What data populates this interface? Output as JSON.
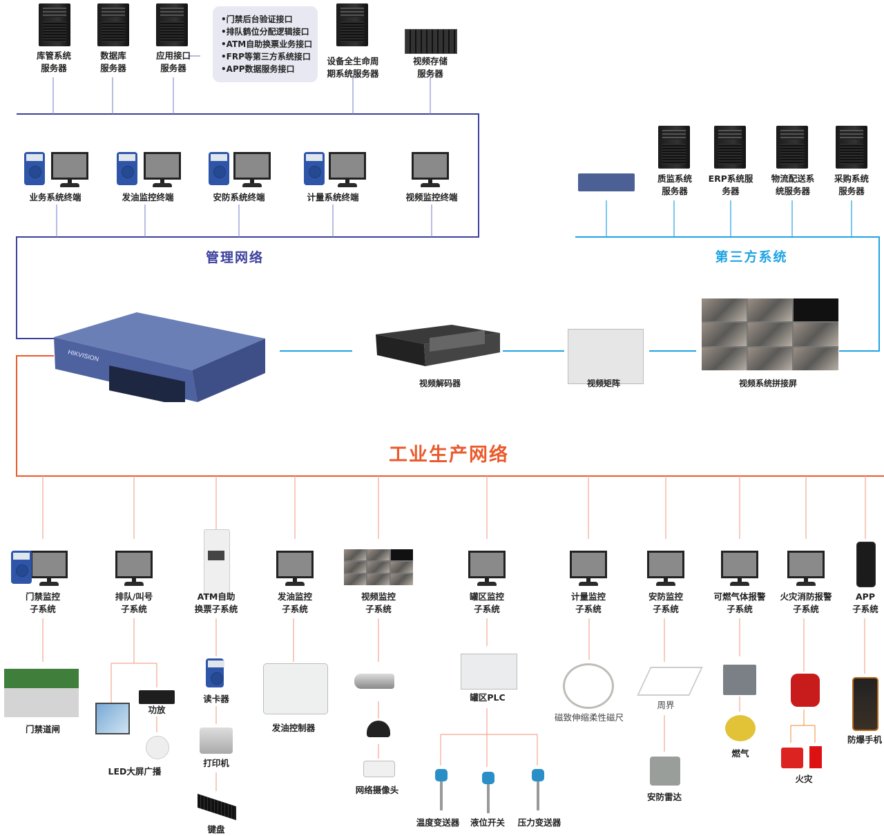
{
  "colors": {
    "management": "#3b3f9c",
    "management_branch": "#8a8fd0",
    "third_party": "#1ea4e2",
    "industrial": "#ea5a2c",
    "industrial_branch": "#f3a691",
    "fire_branch": "#f2a055"
  },
  "networks": {
    "management": "管理网络",
    "third_party": "第三方系统",
    "industrial": "工业生产网络"
  },
  "top_servers": [
    {
      "label": "库管系统\n服务器",
      "icon": "server-tower"
    },
    {
      "label": "数据库\n服务器",
      "icon": "server-tower"
    },
    {
      "label": "应用接口\n服务器",
      "icon": "server-tower"
    },
    {
      "label": "设备全生命周\n期系统服务器",
      "icon": "server-tower"
    },
    {
      "label": "视频存储\n服务器",
      "icon": "storage-array"
    }
  ],
  "interfaces": [
    "•门禁后台验证接口",
    "•排队鹤位分配逻辑接口",
    "•ATM自助换票业务接口",
    "•FRP等第三方系统接口",
    "•APP数据服务接口"
  ],
  "terminals": [
    {
      "label": "业务系统终端",
      "reader": true
    },
    {
      "label": "发油监控终端",
      "reader": true
    },
    {
      "label": "安防系统终端",
      "reader": true
    },
    {
      "label": "计量系统终端",
      "reader": true
    },
    {
      "label": "视频监控终端",
      "reader": false
    }
  ],
  "third_party_servers": [
    {
      "label": "质监系统\n服务器"
    },
    {
      "label": "ERP系统服\n务器"
    },
    {
      "label": "物流配送系\n统服务器"
    },
    {
      "label": "采购系统\n服务器"
    }
  ],
  "core": {
    "switch_brand": "HIKVISION",
    "decoder": "视频解码器",
    "matrix": "视频矩阵",
    "videowall": "视频系统拼接屏"
  },
  "subsystems": [
    {
      "label": "门禁监控\n子系统",
      "devices": [
        {
          "label": "门禁道闸",
          "icon": "barrier-gate"
        }
      ]
    },
    {
      "label": "排队/叫号\n子系统",
      "devices": [
        {
          "label": "功放",
          "icon": "amplifier"
        },
        {
          "label": "LED大屏广播",
          "icon": "led-screen-speaker"
        }
      ]
    },
    {
      "label": "ATM自助\n换票子系统",
      "devices": [
        {
          "label": "读卡器",
          "icon": "card-reader"
        },
        {
          "label": "打印机",
          "icon": "printer"
        },
        {
          "label": "键盘",
          "icon": "keyboard"
        }
      ]
    },
    {
      "label": "发油监控\n子系统",
      "devices": [
        {
          "label": "发油控制器",
          "icon": "fuel-controller"
        }
      ]
    },
    {
      "label": "视频监控\n子系统",
      "devices": [
        {
          "label": "网络摄像头",
          "icon": "cameras"
        }
      ]
    },
    {
      "label": "罐区监控\n子系统",
      "devices": [
        {
          "label": "罐区PLC",
          "icon": "plc"
        },
        {
          "label": "温度变送器",
          "icon": "temp-transmitter"
        },
        {
          "label": "液位开关",
          "icon": "level-switch"
        },
        {
          "label": "压力变送器",
          "icon": "pressure-transmitter"
        }
      ]
    },
    {
      "label": "计量监控\n子系统",
      "devices": [
        {
          "label": "磁致伸缩柔性磁尺",
          "icon": "magnetostrictive-probe"
        }
      ]
    },
    {
      "label": "安防监控\n子系统",
      "devices": [
        {
          "label": "周界",
          "icon": "perimeter"
        },
        {
          "label": "安防雷达",
          "icon": "radar"
        }
      ]
    },
    {
      "label": "可燃气体报警\n子系统",
      "devices": [
        {
          "label": "燃气",
          "icon": "gas-detector"
        }
      ]
    },
    {
      "label": "火灾消防报警\n子系统",
      "devices": [
        {
          "label": "火灾",
          "icon": "fire-alarm"
        }
      ]
    },
    {
      "label": "APP\n子系统",
      "devices": [
        {
          "label": "防爆手机",
          "icon": "explosion-proof-phone"
        }
      ]
    }
  ]
}
